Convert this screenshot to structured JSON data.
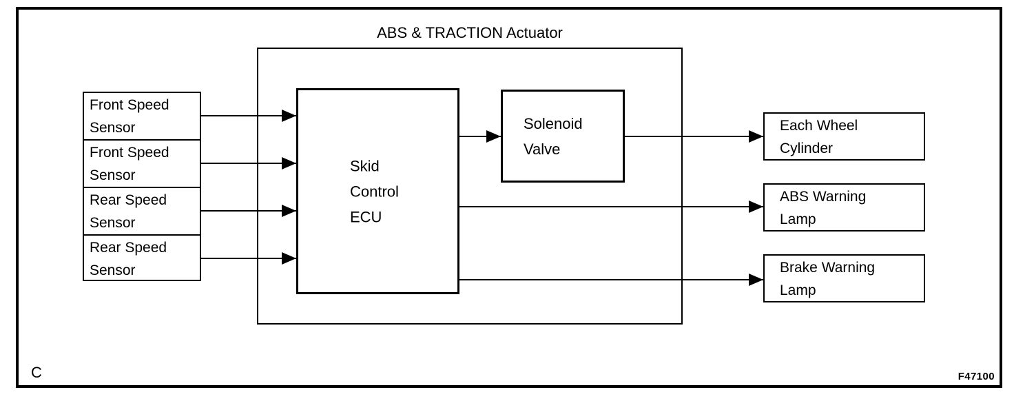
{
  "diagram": {
    "title": "ABS & TRACTION Actuator",
    "corner_letter": "C",
    "figure_code": "F47100",
    "line_color": "#000000",
    "background_color": "#ffffff"
  },
  "inputs": {
    "sensors": [
      {
        "label": "Front Speed\nSensor"
      },
      {
        "label": "Front Speed\nSensor"
      },
      {
        "label": "Rear Speed\nSensor"
      },
      {
        "label": "Rear Speed\nSensor"
      }
    ]
  },
  "actuator": {
    "ecu": {
      "label": "Skid\nControl\nECU"
    },
    "solenoid_valve": {
      "label": "Solenoid\nValve"
    }
  },
  "outputs": [
    {
      "label": "Each Wheel\nCylinder"
    },
    {
      "label": "ABS Warning\nLamp"
    },
    {
      "label": "Brake Warning\nLamp"
    }
  ]
}
